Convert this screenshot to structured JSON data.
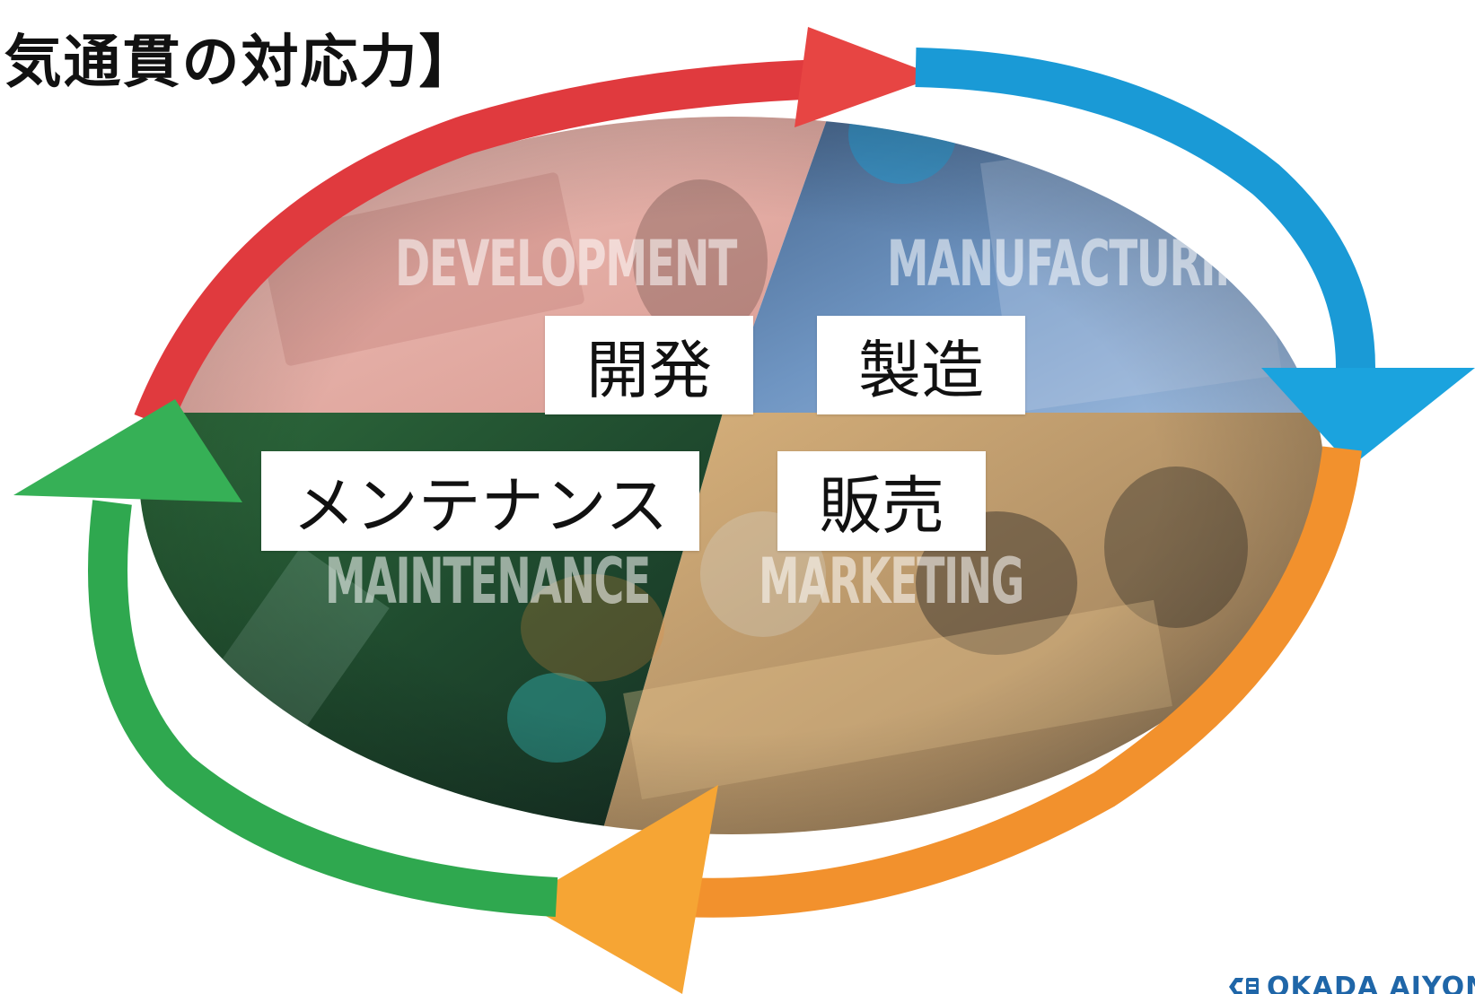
{
  "title": "-気通貫の対応力】",
  "quadrants": [
    {
      "id": "development",
      "label_en": "DEVELOPMENT",
      "label_jp": "開発",
      "arrow_color": "#e03a3e"
    },
    {
      "id": "manufacturing",
      "label_en": "MANUFACTURING",
      "label_jp": "製造",
      "arrow_color": "#1a9ad6"
    },
    {
      "id": "marketing",
      "label_en": "MARKETING",
      "label_jp": "販売",
      "arrow_color": "#f2912d"
    },
    {
      "id": "maintenance",
      "label_en": "MAINTENANCE",
      "label_jp": "メンテナンス",
      "arrow_color": "#2fa84f"
    }
  ],
  "logo": {
    "text": "OKADA AIYON CO",
    "color": "#1f66a8"
  }
}
